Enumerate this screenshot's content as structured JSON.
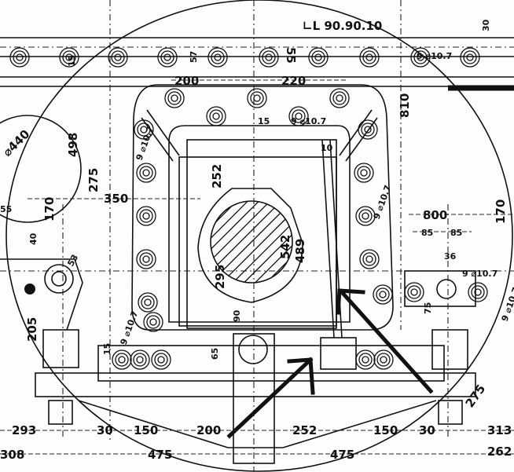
{
  "drawing": {
    "profile_note": "∟L 90.90.10",
    "rivet_note": "9 ⌀10.7",
    "dims": {
      "d55_top": "55",
      "d15_left": "15",
      "d57": "57",
      "d30_top": "30",
      "d200_top": "200",
      "d220_top": "220",
      "d810": "810",
      "d15_inner": "15",
      "d10": "10",
      "d440": "⌀440",
      "d498": "498",
      "d275_left": "275",
      "d350": "350",
      "d170_left": "170",
      "d55_left": "55",
      "d40": "40",
      "d252_vert": "252",
      "d542": "542",
      "d489": "489",
      "d800": "800",
      "d85_a": "85",
      "d85_b": "85",
      "d170_right": "170",
      "d36": "36",
      "d295": "295",
      "d75": "75",
      "d53": "53",
      "d205": "205",
      "d65": "65",
      "d15_low": "15",
      "d90": "90",
      "b293": "293",
      "b30_a": "30",
      "b150_a": "150",
      "b200": "200",
      "b252": "252",
      "b150_b": "150",
      "b30_b": "30",
      "b313": "313",
      "b308": "308",
      "b475_a": "475",
      "b475_b": "475",
      "b262": "262",
      "d275_arc": "275"
    }
  }
}
